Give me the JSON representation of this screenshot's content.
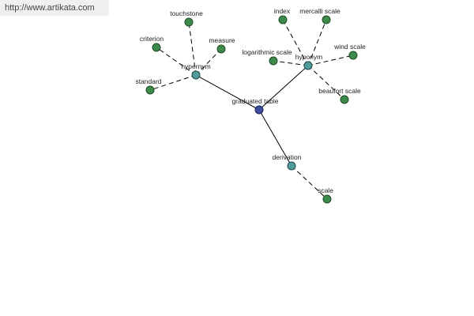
{
  "header": {
    "url": "http://www.artikata.com"
  },
  "graph": {
    "center": "graduated table",
    "relations": {
      "hypernym": "hypernym",
      "hyponym": "hyponym",
      "derivation": "derivation"
    },
    "hypernym_terms": [
      "touchstone",
      "criterion",
      "measure",
      "standard"
    ],
    "hyponym_terms": [
      "index",
      "mercalli scale",
      "logarithmic scale",
      "wind scale",
      "beaufort scale"
    ],
    "derivation_terms": [
      "scale"
    ]
  },
  "colors": {
    "center_node": "#3c4f9e",
    "relation_node": "#4f9c9a",
    "leaf_node": "#3e8a4a"
  }
}
